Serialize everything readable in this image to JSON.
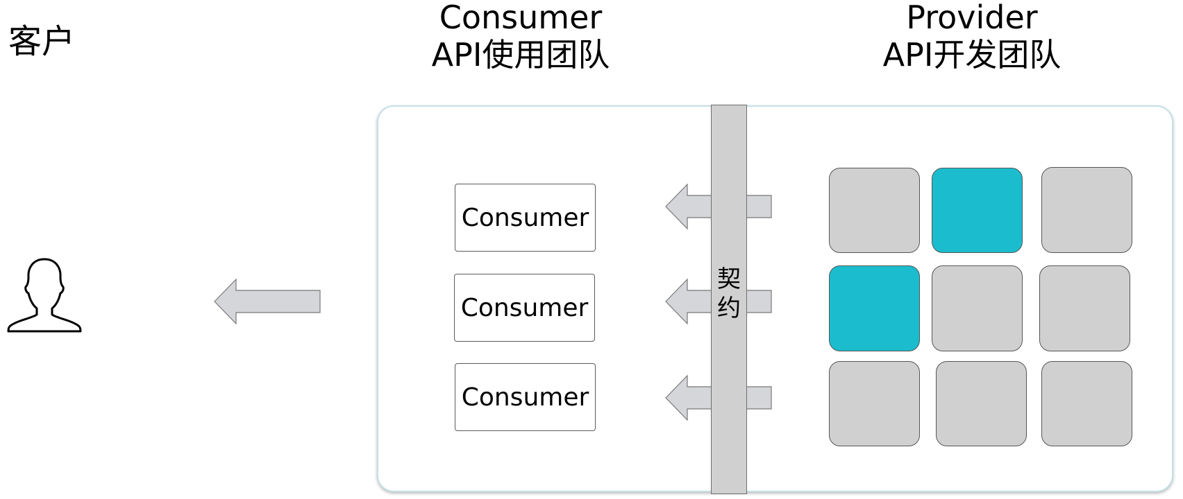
{
  "customer": {
    "label": "客户",
    "icon": "person-icon"
  },
  "consumer_team": {
    "title": "Consumer",
    "subtitle": "API使用团队"
  },
  "provider_team": {
    "title": "Provider",
    "subtitle": "API开发团队"
  },
  "consumers": [
    {
      "label": "Consumer"
    },
    {
      "label": "Consumer"
    },
    {
      "label": "Consumer"
    }
  ],
  "contract": {
    "label_chars": [
      "契",
      "约"
    ]
  },
  "services": {
    "rows": 3,
    "cols": 3,
    "highlighted": [
      [
        0,
        1
      ],
      [
        1,
        0
      ]
    ]
  },
  "colors": {
    "highlight": "#1bbccd",
    "tile": "#d0d0d0",
    "arrow_fill": "#d5d6d9",
    "arrow_stroke": "#777777",
    "contract_bar": "#d0d0d0",
    "system_border": "#c6e0e6"
  }
}
